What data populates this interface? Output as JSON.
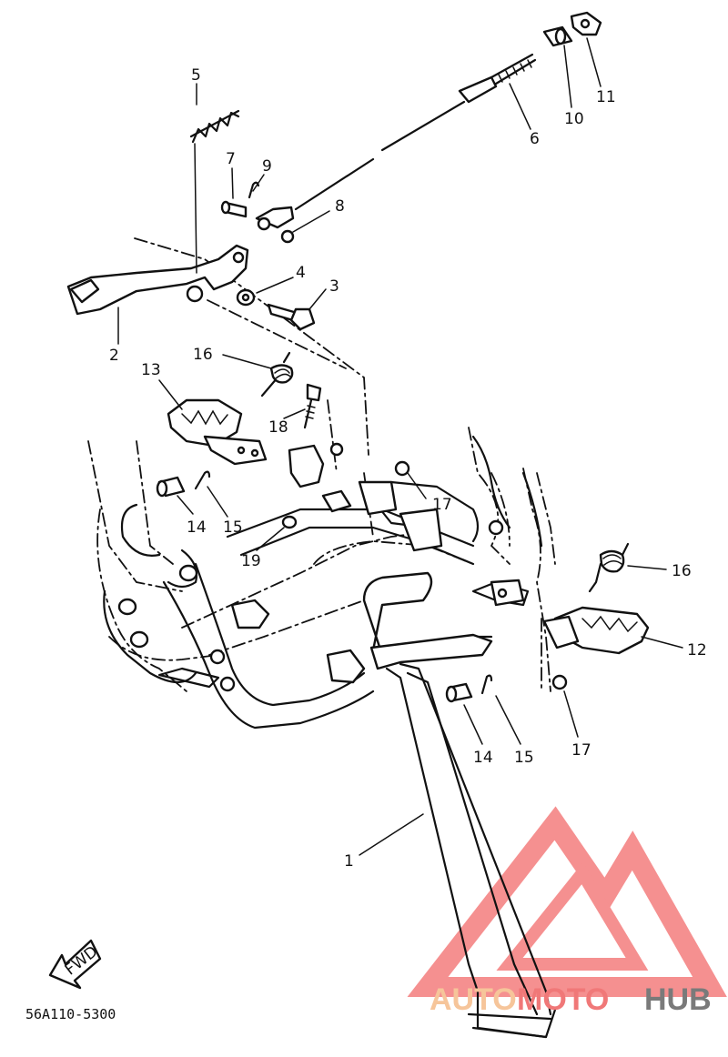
{
  "diagram": {
    "part_labels": {
      "p1": "1",
      "p2": "2",
      "p3": "3",
      "p4": "4",
      "p5": "5",
      "p6": "6",
      "p7": "7",
      "p8": "8",
      "p9": "9",
      "p10": "10",
      "p11": "11",
      "p12": "12",
      "p13": "13",
      "p14a": "14",
      "p14b": "14",
      "p15a": "15",
      "p15b": "15",
      "p16a": "16",
      "p16b": "16",
      "p17a": "17",
      "p17b": "17",
      "p18": "18",
      "p19": "19"
    },
    "fwd_label": "FWD",
    "drawing_code": "56A110-5300"
  },
  "watermark": {
    "part1": "AUTO",
    "part2": "MOTO",
    "part3": "HUB",
    "colors": {
      "auto": "#f6c59a",
      "moto": "#f07878",
      "hub": "#7a7a7a",
      "logo": "#f26b6b"
    }
  }
}
